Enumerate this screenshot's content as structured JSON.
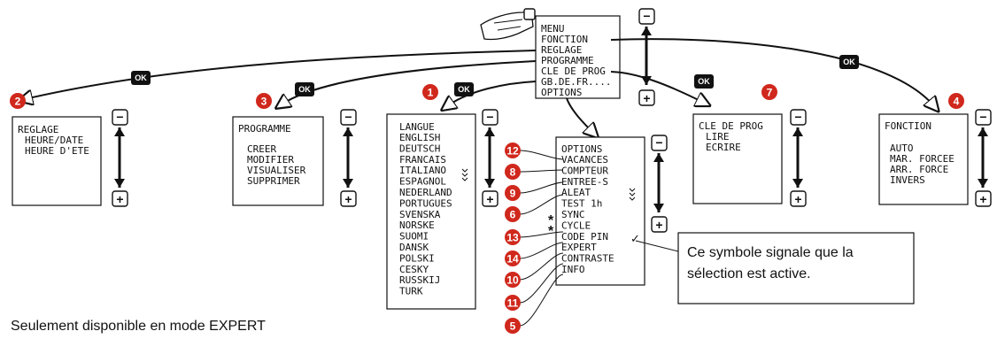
{
  "colors": {
    "badge": "#d0281c",
    "ok_badge": "#111111",
    "ink": "#111111"
  },
  "icons": {
    "hand": "pointing-hand-icon",
    "up_down": "up-down-arrow-icon",
    "check": "checkmark-icon"
  },
  "main_menu": {
    "title": "MENU",
    "items": [
      "FONCTION",
      "REGLAGE",
      "PROGRAMME",
      "CLE DE PROG",
      "GB.DE.FR....",
      "OPTIONS"
    ]
  },
  "reglage": {
    "number": "2",
    "title": "REGLAGE",
    "items": [
      "HEURE/DATE",
      "HEURE D'ETE"
    ]
  },
  "programme": {
    "number": "3",
    "title": "PROGRAMME",
    "items": [
      "CREER",
      "MODIFIER",
      "VISUALISER",
      "SUPPRIMER"
    ]
  },
  "langue": {
    "number": "1",
    "title": "LANGUE",
    "items": [
      "ENGLISH",
      "DEUTSCH",
      "FRANCAIS",
      "ITALIANO",
      "ESPAGNOL",
      "NEDERLAND",
      "PORTUGUES",
      "SVENSKA",
      "NORSKE",
      "SUOMI",
      "DANSK",
      "POLSKI",
      "CESKY",
      "RUSSKIJ",
      "TURK"
    ]
  },
  "cle_de_prog": {
    "number": "7",
    "title": "CLE DE PROG",
    "items": [
      "LIRE",
      "ECRIRE"
    ]
  },
  "fonction": {
    "number": "4",
    "title": "FONCTION",
    "items": [
      "AUTO",
      "MAR. FORCEE",
      "ARR. FORCE",
      "INVERS"
    ]
  },
  "options": {
    "title": "OPTIONS",
    "items": [
      "VACANCES",
      "COMPTEUR",
      "ENTREE-S",
      "ALEAT",
      "TEST 1h",
      "SYNC",
      "CYCLE",
      "CODE PIN",
      "EXPERT",
      "CONTRASTE",
      "INFO"
    ],
    "numbers": [
      "12",
      "8",
      "9",
      "6",
      "13",
      "14",
      "10",
      "11",
      "5"
    ]
  },
  "buttons": {
    "ok": "OK",
    "minus": "−",
    "plus": "+"
  },
  "marks": {
    "asterisk": "*",
    "check": "✓"
  },
  "callout": "Ce symbole signale que la sélection est active.",
  "footnote": "Seulement disponible en mode EXPERT"
}
